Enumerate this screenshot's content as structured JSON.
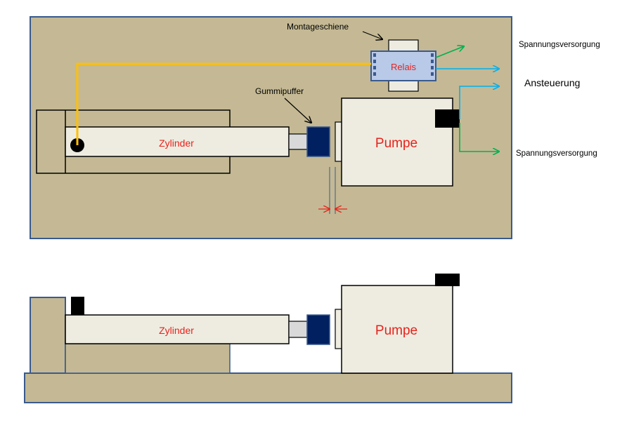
{
  "top_view": {
    "cylinder_label": "Zylinder",
    "pump_label": "Pumpe",
    "relay_label": "Relais",
    "rail_label": "Montageschiene",
    "buffer_label": "Gummipuffer",
    "supply_top_label": "Spannungsversorgung",
    "control_label": "Ansteuerung",
    "supply_bottom_label": "Spannungsversorgung"
  },
  "side_view": {
    "cylinder_label": "Zylinder",
    "pump_label": "Pumpe"
  },
  "colors": {
    "plate": "#c4b994",
    "plate_border": "#3a5a8c",
    "body": "#eeece1",
    "buffer": "#002060",
    "relay": "#b9c9e8",
    "wire_yellow": "#ffc000",
    "arrow_green": "#00b050",
    "arrow_cyan": "#00b0f0",
    "label_red": "#e8221b"
  }
}
